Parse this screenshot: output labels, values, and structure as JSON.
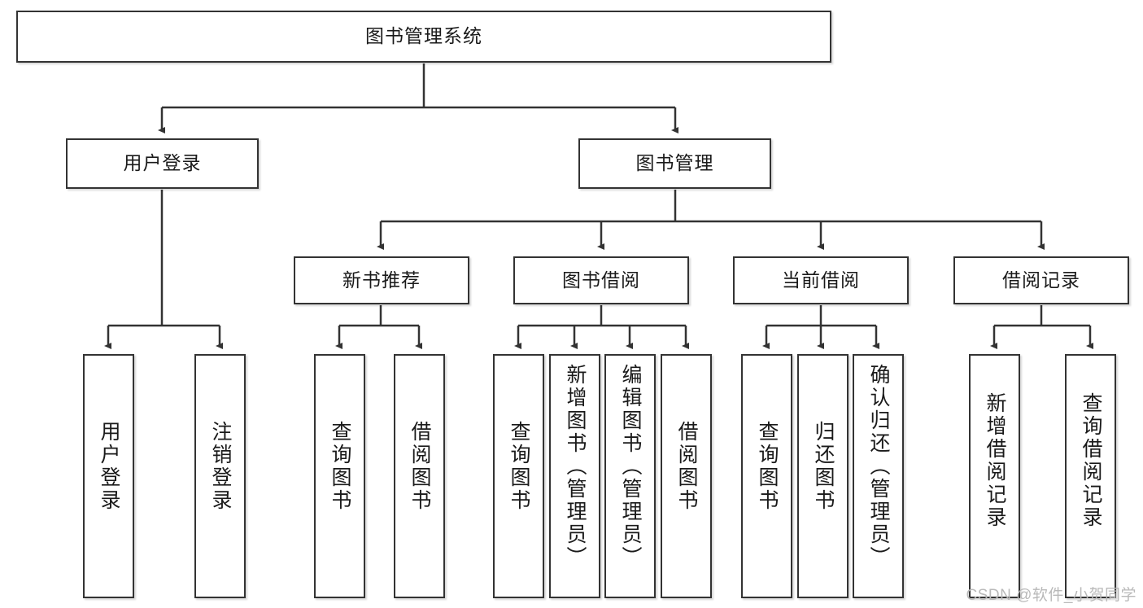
{
  "diagram": {
    "title": "图书管理系统",
    "type": "tree-hierarchy-diagram",
    "orientation": "top-down",
    "watermark": "CSDN @软件_小贺同学",
    "colors": {
      "node_border": "#333333",
      "node_fill": "#ffffff",
      "edge": "#333333",
      "text": "#1a1a1a",
      "watermark": "#b9b9b9"
    },
    "nodes": {
      "root": {
        "label": "图书管理系统",
        "level": 0,
        "text_direction": "horizontal"
      },
      "user_login": {
        "label": "用户登录",
        "level": 1,
        "text_direction": "horizontal"
      },
      "book_manage": {
        "label": "图书管理",
        "level": 1,
        "text_direction": "horizontal"
      },
      "new_book_rec": {
        "label": "新书推荐",
        "level": 2,
        "text_direction": "horizontal"
      },
      "book_borrow": {
        "label": "图书借阅",
        "level": 2,
        "text_direction": "horizontal"
      },
      "current_borrow": {
        "label": "当前借阅",
        "level": 2,
        "text_direction": "horizontal"
      },
      "borrow_record": {
        "label": "借阅记录",
        "level": 2,
        "text_direction": "horizontal"
      },
      "leaf_user_login": {
        "label": "用户登录",
        "level": 3,
        "text_direction": "vertical"
      },
      "leaf_logout": {
        "label": "注销登录",
        "level": 3,
        "text_direction": "vertical"
      },
      "leaf_query_book_1": {
        "label": "查询图书",
        "level": 3,
        "text_direction": "vertical"
      },
      "leaf_borrow_book_1": {
        "label": "借阅图书",
        "level": 3,
        "text_direction": "vertical"
      },
      "leaf_query_book_2": {
        "label": "查询图书",
        "level": 3,
        "text_direction": "vertical"
      },
      "leaf_add_book": {
        "label": "新增图书（管理员）",
        "level": 3,
        "text_direction": "vertical"
      },
      "leaf_edit_book": {
        "label": "编辑图书（管理员）",
        "level": 3,
        "text_direction": "vertical"
      },
      "leaf_borrow_book_2": {
        "label": "借阅图书",
        "level": 3,
        "text_direction": "vertical"
      },
      "leaf_query_book_3": {
        "label": "查询图书",
        "level": 3,
        "text_direction": "vertical"
      },
      "leaf_return_book": {
        "label": "归还图书",
        "level": 3,
        "text_direction": "vertical"
      },
      "leaf_confirm_return": {
        "label": "确认归还（管理员）",
        "level": 3,
        "text_direction": "vertical"
      },
      "leaf_add_record": {
        "label": "新增借阅记录",
        "level": 3,
        "text_direction": "vertical"
      },
      "leaf_query_record": {
        "label": "查询借阅记录",
        "level": 3,
        "text_direction": "vertical"
      }
    },
    "edges": [
      {
        "from": "root",
        "to": "user_login"
      },
      {
        "from": "root",
        "to": "book_manage"
      },
      {
        "from": "user_login",
        "to": "leaf_user_login"
      },
      {
        "from": "user_login",
        "to": "leaf_logout"
      },
      {
        "from": "book_manage",
        "to": "new_book_rec"
      },
      {
        "from": "book_manage",
        "to": "book_borrow"
      },
      {
        "from": "book_manage",
        "to": "current_borrow"
      },
      {
        "from": "book_manage",
        "to": "borrow_record"
      },
      {
        "from": "new_book_rec",
        "to": "leaf_query_book_1"
      },
      {
        "from": "new_book_rec",
        "to": "leaf_borrow_book_1"
      },
      {
        "from": "book_borrow",
        "to": "leaf_query_book_2"
      },
      {
        "from": "book_borrow",
        "to": "leaf_add_book"
      },
      {
        "from": "book_borrow",
        "to": "leaf_edit_book"
      },
      {
        "from": "book_borrow",
        "to": "leaf_borrow_book_2"
      },
      {
        "from": "current_borrow",
        "to": "leaf_query_book_3"
      },
      {
        "from": "current_borrow",
        "to": "leaf_return_book"
      },
      {
        "from": "current_borrow",
        "to": "leaf_confirm_return"
      },
      {
        "from": "borrow_record",
        "to": "leaf_add_record"
      },
      {
        "from": "borrow_record",
        "to": "leaf_query_record"
      }
    ]
  }
}
